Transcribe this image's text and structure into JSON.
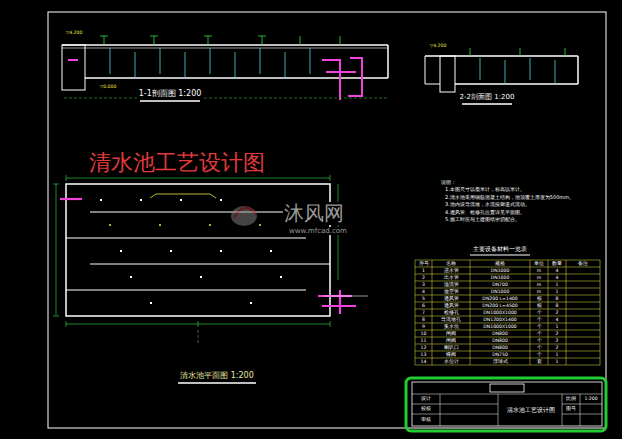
{
  "diagram": {
    "title": "清水池工艺设计图",
    "nodes": [
      {
        "text": [
          "清水池工艺设计图"
        ]
      }
    ],
    "labels": [
      "1-1剖面图 1:200",
      "2-2剖面图 1:200",
      "清水池平面图 1:200",
      "说明：",
      "1.本图尺寸以毫米计，标高以米计。",
      "2.清水池采用钢筋混凝土结构，池顶覆土厚度为500mm。",
      "3.池内设导流墙，水流按廊道式流动。",
      "4.通风管、检修孔位置详见平面图。",
      "5.施工时应与土建图纸密切配合。",
      "主要设备材料一览表",
      "序号",
      "名称",
      "规格",
      "单位",
      "数量",
      "备注",
      "1",
      "进水管",
      "DN1000",
      "m",
      "4",
      "2",
      "出水管",
      "DN1000",
      "m",
      "4",
      "3",
      "溢流管",
      "DN700",
      "m",
      "1",
      "4",
      "放空管",
      "DN1000",
      "m",
      "1",
      "5",
      "通风管",
      "DN200 L=1400",
      "根",
      "8",
      "6",
      "通风管",
      "DN200 L=4500",
      "根",
      "8",
      "7",
      "检修孔",
      "DN1000X1000",
      "个",
      "2",
      "8",
      "导流墙孔",
      "DN1200X1400",
      "个",
      "4",
      "9",
      "集水坑",
      "DN1000X1000",
      "个",
      "1",
      "10",
      "闸阀",
      "DN800",
      "个",
      "2",
      "11",
      "闸阀",
      "DN800",
      "个",
      "2",
      "12",
      "喇叭口",
      "DN800",
      "个",
      "2",
      "13",
      "蝶阀",
      "DN750",
      "个",
      "1",
      "14",
      "水位计",
      "浮球式",
      "套",
      "1",
      "沐风网",
      "www.mfcad.com",
      "设计",
      "校核",
      "审核",
      "比例",
      "1:200",
      "图号",
      "▽4.200",
      "▽0.000",
      "▽4.200"
    ]
  }
}
